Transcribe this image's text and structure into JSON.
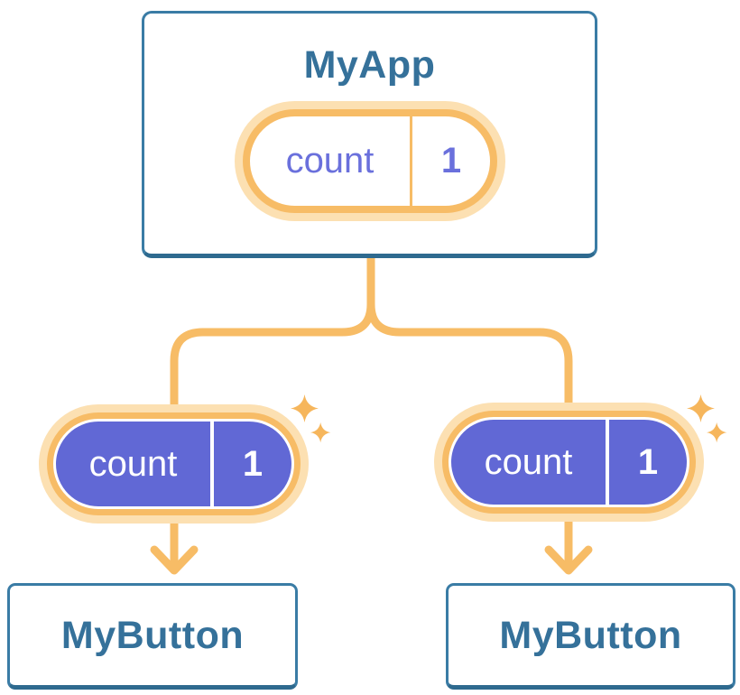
{
  "diagram": {
    "root": {
      "title": "MyApp",
      "state": {
        "label": "count",
        "value": "1"
      }
    },
    "children": [
      {
        "title": "MyButton",
        "state": {
          "label": "count",
          "value": "1"
        }
      },
      {
        "title": "MyButton",
        "state": {
          "label": "count",
          "value": "1"
        }
      }
    ]
  },
  "colors": {
    "background": "#ffffff",
    "card_border": "#3a7ca5",
    "card_border_bottom": "#2e6a8f",
    "title_text": "#35719a",
    "connector_orange": "#f7bc66",
    "pill_halo": "#fce0b2",
    "pill_fill_purple": "#6168d5",
    "pill_text_purple": "#6a70dc",
    "sparkle_orange": "#f6b65c"
  }
}
